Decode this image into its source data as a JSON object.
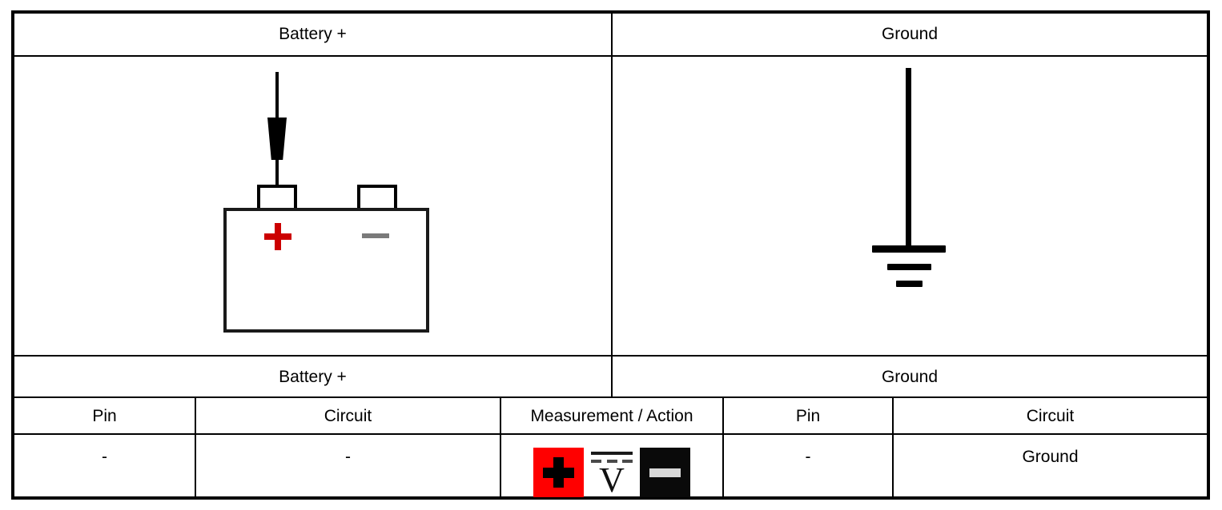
{
  "diagram": {
    "left_section_title": "Battery +",
    "right_section_title": "Ground",
    "left_section_title_repeat": "Battery +",
    "right_section_title_repeat": "Ground",
    "battery_symbol": {
      "name": "battery-symbol",
      "positive_mark": "+",
      "negative_mark": "−",
      "positive_mark_color": "#cc0000",
      "negative_mark_color": "#7a7a7a",
      "probe_attached_to": "positive-terminal"
    },
    "ground_symbol": {
      "name": "ground-symbol",
      "bars": 3
    }
  },
  "table": {
    "columns": [
      {
        "key": "pin_left",
        "label": "Pin"
      },
      {
        "key": "circuit_left",
        "label": "Circuit"
      },
      {
        "key": "measurement",
        "label": "Measurement / Action"
      },
      {
        "key": "pin_right",
        "label": "Pin"
      },
      {
        "key": "circuit_right",
        "label": "Circuit"
      }
    ],
    "row": {
      "pin_left": "-",
      "circuit_left": "-",
      "pin_right": "-",
      "circuit_right": "Ground"
    },
    "measurement_icons": [
      {
        "name": "red-plus-probe-icon",
        "glyph": "+",
        "background": "#ff0000",
        "foreground": "#000000"
      },
      {
        "name": "dc-voltage-icon",
        "glyph": "V",
        "background": "#ffffff",
        "foreground": "#111111",
        "dashes": 3
      },
      {
        "name": "black-minus-probe-icon",
        "glyph": "−",
        "background": "#0a0a0a",
        "foreground": "#d8d8d8"
      }
    ]
  },
  "colors": {
    "border": "#000000",
    "page_background": "#ffffff",
    "accent_red": "#ff0000"
  }
}
